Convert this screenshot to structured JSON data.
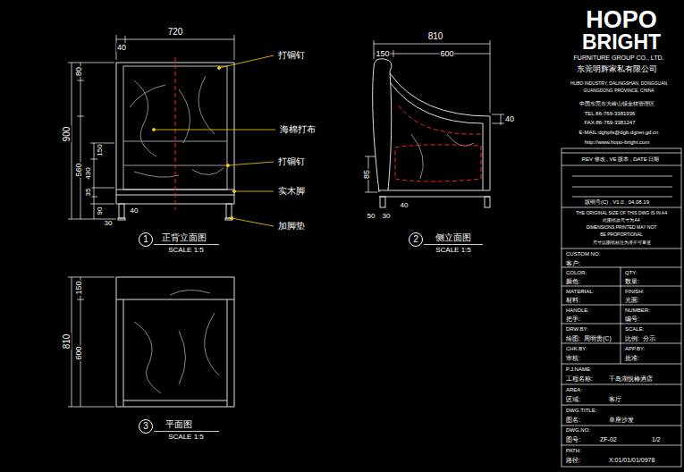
{
  "diagram": {
    "nodes": [
      {
        "text": [
          "1"
        ]
      },
      {
        "text": [
          "2"
        ]
      },
      {
        "text": [
          "3"
        ]
      }
    ],
    "labels": [
      "40",
      "720",
      "80",
      "900",
      "560",
      "150",
      "430",
      "35",
      "90",
      "30",
      "40",
      "打铜钉",
      "海棉打布",
      "打铜钉",
      "实木脚",
      "加脚垫",
      "正背立面图",
      "SCALE 1:5",
      "150",
      "810",
      "600",
      "40",
      "85",
      "50",
      "30",
      "40",
      "侧立面图",
      "SCALE 1:5",
      "150",
      "810",
      "600",
      "平面图",
      "SCALE 1:5",
      "HOPO",
      "BRIGHT",
      "FURNITURE GROUP CO., LTD.",
      "东莞明辉家私有限公司",
      "HUBO INDUSTRY, DALINGSHAN, DONGGUAN",
      "GUANGDONG PROVINCE, CHINA",
      "中国东莞市大岭山镇金桔管理区",
      "TEL:86-769-3381936",
      "FAX:86-769-3381247",
      "E-MAIL:dghpfs@dgb.dgnet.gd.cn",
      "http://www.hopo-bright.com",
      "REV 修改 , VE 版本 , DATE 日期",
      "版明号(C) , V1.0 , 04.08.19",
      "THE ORIGINAL SIZE OF THIS DWG IS IN A4",
      "此图纸原尺寸为A4",
      "DIMENSIONS PRINTED MAY NOT",
      "BE PROPORTIONAL",
      "尺寸以图纸标注为准不可量度",
      "CUSTOM NO:",
      "客户:",
      "COLOR:",
      "QTY:",
      "颜色:",
      "数量:",
      "MATERIAL:",
      "FINISH:",
      "材料:",
      "光面:",
      "HANDLE:",
      "NUMBER:",
      "把手:",
      "编号:",
      "DRW.BY:",
      "SCALE:",
      "绘图:",
      "周明贵(C)",
      "比例:",
      "分示",
      "CHK.BY:",
      "APP.BY:",
      "审核:",
      "批准:",
      "P.J.NAME:",
      "工程名称:",
      "千岛湖悦椿酒店",
      "AREA:",
      "区域:",
      "客厅",
      "DWG.TITLE:",
      "图名:",
      "单座沙发",
      "DWG.NO:",
      "图号:",
      "ZF-02",
      "1/2",
      "PATH:",
      "路径:",
      "X:01/01/01/0978"
    ]
  }
}
